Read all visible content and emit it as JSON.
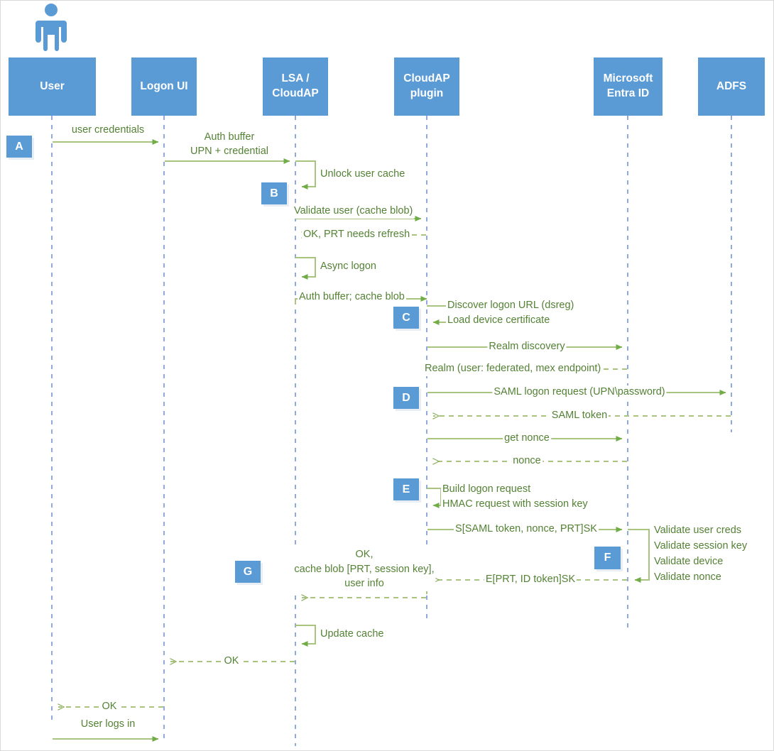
{
  "diagram": {
    "title": "Windows logon with federated Microsoft Entra ID (ADFS) sequence diagram",
    "colors": {
      "actor_fill": "#5B9BD5",
      "actor_text": "#FFFFFF",
      "lifeline": "#8FAADC",
      "message_line": "#A9C47F",
      "message_text": "#548235",
      "arrow_head": "#70AD47",
      "background": "#FFFFFF",
      "border": "#D9D9D9"
    },
    "actor_icon": "person-icon"
  },
  "actors": [
    {
      "id": "user",
      "label": "User"
    },
    {
      "id": "logonui",
      "label": "Logon UI"
    },
    {
      "id": "lsa",
      "label": "LSA /\nCloudAP"
    },
    {
      "id": "plugin",
      "label": "CloudAP\nplugin"
    },
    {
      "id": "entra",
      "label": "Microsoft\nEntra ID"
    },
    {
      "id": "adfs",
      "label": "ADFS"
    }
  ],
  "step_badges": [
    {
      "id": "A",
      "label": "A"
    },
    {
      "id": "B",
      "label": "B"
    },
    {
      "id": "C",
      "label": "C"
    },
    {
      "id": "D",
      "label": "D"
    },
    {
      "id": "E",
      "label": "E"
    },
    {
      "id": "F",
      "label": "F"
    },
    {
      "id": "G",
      "label": "G"
    }
  ],
  "messages": [
    {
      "id": "m01",
      "label": "user credentials",
      "from": "user",
      "to": "logonui",
      "style": "solid",
      "dir": "right",
      "step": "A"
    },
    {
      "id": "m02",
      "label": "Auth buffer\nUPN + credential",
      "from": "logonui",
      "to": "lsa",
      "style": "solid",
      "dir": "right",
      "step": "A"
    },
    {
      "id": "m03",
      "label": "Unlock user cache",
      "from": "lsa",
      "to": "lsa",
      "style": "solid",
      "dir": "self",
      "step": "B"
    },
    {
      "id": "m04",
      "label": "Validate user (cache blob)",
      "from": "lsa",
      "to": "plugin",
      "style": "solid",
      "dir": "right",
      "step": "B"
    },
    {
      "id": "m05",
      "label": "OK, PRT needs refresh",
      "from": "plugin",
      "to": "lsa",
      "style": "dashed",
      "dir": "left",
      "step": "B"
    },
    {
      "id": "m06",
      "label": "Async logon",
      "from": "lsa",
      "to": "lsa",
      "style": "solid",
      "dir": "self",
      "step": "B"
    },
    {
      "id": "m07",
      "label": "Auth buffer; cache blob",
      "from": "lsa",
      "to": "plugin",
      "style": "solid",
      "dir": "right",
      "step": "C"
    },
    {
      "id": "m08",
      "label": "Discover logon URL (dsreg)\nLoad device certificate",
      "from": "plugin",
      "to": "plugin",
      "style": "solid",
      "dir": "self",
      "step": "C"
    },
    {
      "id": "m09",
      "label": "Realm discovery",
      "from": "plugin",
      "to": "entra",
      "style": "solid",
      "dir": "right",
      "step": "C"
    },
    {
      "id": "m10",
      "label": "Realm (user: federated, mex endpoint)",
      "from": "entra",
      "to": "plugin",
      "style": "dashed",
      "dir": "left",
      "step": "C"
    },
    {
      "id": "m11",
      "label": "SAML logon request (UPN\\password)",
      "from": "plugin",
      "to": "adfs",
      "style": "solid",
      "dir": "right",
      "step": "D"
    },
    {
      "id": "m12",
      "label": "SAML token",
      "from": "adfs",
      "to": "plugin",
      "style": "dashed",
      "dir": "left",
      "step": "D"
    },
    {
      "id": "m13",
      "label": "get nonce",
      "from": "plugin",
      "to": "entra",
      "style": "solid",
      "dir": "right",
      "step": "D"
    },
    {
      "id": "m14",
      "label": "nonce",
      "from": "entra",
      "to": "plugin",
      "style": "dashed",
      "dir": "left",
      "step": "D"
    },
    {
      "id": "m15",
      "label": "Build logon request\nHMAC request with session key",
      "from": "plugin",
      "to": "plugin",
      "style": "solid",
      "dir": "self",
      "step": "E"
    },
    {
      "id": "m16",
      "label": "S[SAML token, nonce, PRT]SK",
      "from": "plugin",
      "to": "entra",
      "style": "solid",
      "dir": "right",
      "step": "E"
    },
    {
      "id": "m17",
      "label": "Validate user creds\nValidate session key\nValidate device\nValidate nonce",
      "from": "entra",
      "to": "entra",
      "style": "solid",
      "dir": "self",
      "step": "F"
    },
    {
      "id": "m18",
      "label": "E[PRT, ID token]SK",
      "from": "entra",
      "to": "plugin",
      "style": "dashed",
      "dir": "left",
      "step": "F"
    },
    {
      "id": "m19",
      "label": "OK,\ncache blob [PRT, session key],\nuser info",
      "from": "plugin",
      "to": "lsa",
      "style": "dashed",
      "dir": "left",
      "step": "G"
    },
    {
      "id": "m20",
      "label": "Update cache",
      "from": "lsa",
      "to": "lsa",
      "style": "solid",
      "dir": "self",
      "step": "G"
    },
    {
      "id": "m21",
      "label": "OK",
      "from": "lsa",
      "to": "logonui",
      "style": "dashed",
      "dir": "left",
      "step": "G"
    },
    {
      "id": "m22",
      "label": "OK",
      "from": "logonui",
      "to": "user",
      "style": "dashed",
      "dir": "left",
      "step": "G"
    },
    {
      "id": "m23",
      "label": "User logs in",
      "from": "user",
      "to": "logonui",
      "style": "solid",
      "dir": "right",
      "step": "G"
    }
  ]
}
